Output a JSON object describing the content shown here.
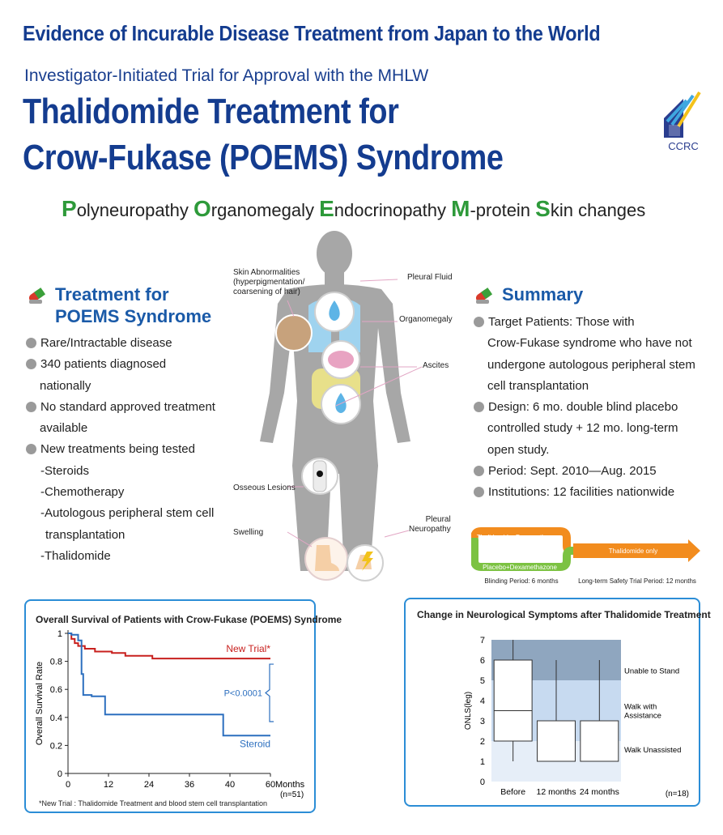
{
  "header": {
    "banner": "Evidence of Incurable Disease Treatment from Japan to the World",
    "subtitle": "Investigator-Initiated Trial for Approval with the MHLW",
    "title_line1": "Thalidomide Treatment for",
    "title_line2": "Crow-Fukase (POEMS) Syndrome",
    "logo_text": "CCRC"
  },
  "poems": [
    {
      "cap": "P",
      "rest": "olyneuropathy "
    },
    {
      "cap": "O",
      "rest": "rganomegaly "
    },
    {
      "cap": "E",
      "rest": "ndocrinopathy "
    },
    {
      "cap": "M",
      "rest": "-protein "
    },
    {
      "cap": "S",
      "rest": "kin changes"
    }
  ],
  "treatment": {
    "title_line1": "Treatment for",
    "title_line2": "POEMS Syndrome",
    "items": [
      "Rare/Intractable disease",
      "340 patients diagnosed",
      "nationally",
      "No standard approved treatment",
      "available",
      "New treatments being tested",
      "-Steroids",
      "-Chemotherapy",
      "-Autologous peripheral stem cell",
      "transplantation",
      "-Thalidomide"
    ]
  },
  "body": {
    "skin_label": "Skin Abnormalities\n(hyperpigmentation/\ncoarsening of hair)",
    "pleural_fluid": "Pleural Fluid",
    "organomegaly": "Organomegaly",
    "ascites": "Ascites",
    "osseous": "Osseous Lesions",
    "swelling": "Swelling",
    "neuropathy": "Pleural\nNeuropathy"
  },
  "summary": {
    "title": "Summary",
    "lines": [
      "Target Patients: Those with",
      "Crow-Fukase syndrome who have not",
      "undergone autologous peripheral stem",
      "cell transplantation",
      "Design: 6 mo. double blind placebo",
      "controlled study + 12 mo. long-term",
      "open study.",
      "Period: Sept. 2010—Aug. 2015",
      "Institutions: 12 facilities nationwide"
    ]
  },
  "design": {
    "arm1": "Thalidomide+Dexamethazone",
    "arm2": "Placebo+Dexamethazone",
    "arm3": "Thalidomide only",
    "period1": "Blinding Period: 6 months",
    "period2": "Long-term Safety Trial Period: 12 months",
    "colors": {
      "orange": "#f28c1e",
      "green": "#7cc242"
    }
  },
  "chart_data": [
    {
      "type": "line",
      "title": "Overall Survival of Patients with Crow-Fukase (POEMS) Syndrome",
      "xlabel": "Months",
      "ylabel": "Overall Survival Rate",
      "xlim": [
        0,
        60
      ],
      "ylim": [
        0,
        1
      ],
      "xticks": [
        "0",
        "12",
        "24",
        "36",
        "40",
        "60"
      ],
      "yticks": [
        "0",
        "0.2",
        "0.4",
        "0.6",
        "0.8",
        "1"
      ],
      "n_label": "(n=51)",
      "p_label": "P<0.0001",
      "footnote": "*New Trial : Thalidomide Treatment and blood stem cell transplantation",
      "series": [
        {
          "name": "New Trial*",
          "color": "#c8201e",
          "x": [
            0,
            1,
            1,
            2,
            2,
            3,
            3,
            5,
            5,
            8,
            8,
            13,
            13,
            17,
            17,
            25,
            25,
            60
          ],
          "y": [
            1,
            1,
            0.96,
            0.96,
            0.93,
            0.93,
            0.91,
            0.91,
            0.89,
            0.89,
            0.87,
            0.87,
            0.86,
            0.86,
            0.84,
            0.84,
            0.82,
            0.82
          ]
        },
        {
          "name": "Steroid",
          "color": "#2c6fbf",
          "x": [
            0,
            1,
            1,
            3,
            3,
            4,
            4,
            4.5,
            4.5,
            7,
            7,
            11,
            11,
            46,
            46,
            60
          ],
          "y": [
            1,
            1,
            0.99,
            0.99,
            0.95,
            0.95,
            0.71,
            0.71,
            0.56,
            0.56,
            0.55,
            0.55,
            0.42,
            0.42,
            0.27,
            0.27
          ]
        }
      ]
    },
    {
      "type": "box",
      "title": "Change in Neurological Symptoms after Thalidomide Treatment",
      "ylabel": "ONLS(leg)",
      "ylim": [
        0,
        7
      ],
      "yticks": [
        "0",
        "1",
        "2",
        "3",
        "4",
        "5",
        "6",
        "7"
      ],
      "categories": [
        "Before",
        "12 months",
        "24 months"
      ],
      "boxes": [
        {
          "whisker_low": 1,
          "q1": 2,
          "median": 3.5,
          "q3": 6,
          "whisker_high": 7
        },
        {
          "whisker_low": 1,
          "q1": 1,
          "median": 1,
          "q3": 3,
          "whisker_high": 6
        },
        {
          "whisker_low": 1,
          "q1": 1,
          "median": 1,
          "q3": 3,
          "whisker_high": 6
        }
      ],
      "bands": [
        {
          "label": "Unable to Stand",
          "from": 5,
          "to": 7,
          "color": "#8fa6bf"
        },
        {
          "label": "Walk with\nAssistance",
          "from": 2,
          "to": 5,
          "color": "#c7daf0"
        },
        {
          "label": "Walk Unassisted",
          "from": 0,
          "to": 2,
          "color": "#e6eef8"
        }
      ],
      "n_label": "(n=18)"
    }
  ]
}
